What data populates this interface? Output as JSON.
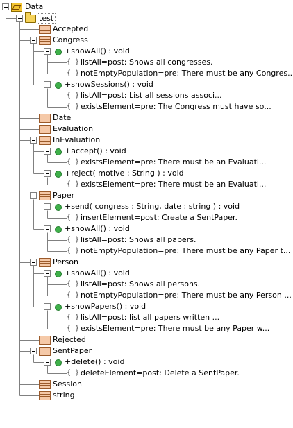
{
  "tree": [
    {
      "id": "data",
      "label": "Data",
      "icon": "root",
      "level": 0,
      "toggle": true
    },
    {
      "id": "test",
      "label": "test",
      "icon": "package",
      "level": 1,
      "toggle": true,
      "selected": true
    },
    {
      "id": "accepted",
      "label": "Accepted",
      "icon": "class",
      "level": 2
    },
    {
      "id": "congress",
      "label": "Congress",
      "icon": "class",
      "level": 2,
      "toggle": true
    },
    {
      "id": "congress-showall",
      "label": "+showAll() : void",
      "icon": "operation",
      "level": 3,
      "toggle": true
    },
    {
      "id": "congress-showall-c1",
      "label": "listAll=post: Shows all congresses.",
      "icon": "constraint",
      "level": 4
    },
    {
      "id": "congress-showall-c2",
      "label": "notEmptyPopulation=pre: There must be any Congres...",
      "icon": "constraint",
      "level": 4
    },
    {
      "id": "congress-showsessions",
      "label": "+showSessions() : void",
      "icon": "operation",
      "level": 3,
      "toggle": true
    },
    {
      "id": "congress-showsessions-c1",
      "label": "listAll=post: List all sessions associ...",
      "icon": "constraint",
      "level": 4
    },
    {
      "id": "congress-showsessions-c2",
      "label": "existsElement=pre: The Congress must have so...",
      "icon": "constraint",
      "level": 4
    },
    {
      "id": "date",
      "label": "Date",
      "icon": "class",
      "level": 2
    },
    {
      "id": "evaluation",
      "label": "Evaluation",
      "icon": "class",
      "level": 2
    },
    {
      "id": "inevaluation",
      "label": "InEvaluation",
      "icon": "class",
      "level": 2,
      "toggle": true
    },
    {
      "id": "inevaluation-accept",
      "label": "+accept() : void",
      "icon": "operation",
      "level": 3,
      "toggle": true
    },
    {
      "id": "inevaluation-accept-c1",
      "label": "existsElement=pre: There must be an Evaluati...",
      "icon": "constraint",
      "level": 4
    },
    {
      "id": "inevaluation-reject",
      "label": "+reject( motive : String ) : void",
      "icon": "operation",
      "level": 3,
      "toggle": true
    },
    {
      "id": "inevaluation-reject-c1",
      "label": "existsElement=pre: There must be an Evaluati...",
      "icon": "constraint",
      "level": 4
    },
    {
      "id": "paper",
      "label": "Paper",
      "icon": "class",
      "level": 2,
      "toggle": true
    },
    {
      "id": "paper-send",
      "label": "+send( congress : String, date : string ) : void",
      "icon": "operation",
      "level": 3,
      "toggle": true
    },
    {
      "id": "paper-send-c1",
      "label": "insertElement=post: Create a SentPaper.",
      "icon": "constraint",
      "level": 4
    },
    {
      "id": "paper-showall",
      "label": "+showAll() : void",
      "icon": "operation",
      "level": 3,
      "toggle": true
    },
    {
      "id": "paper-showall-c1",
      "label": "listAll=post: Shows all papers.",
      "icon": "constraint",
      "level": 4
    },
    {
      "id": "paper-showall-c2",
      "label": "notEmptyPopulation=pre: There must be any Paper t...",
      "icon": "constraint",
      "level": 4
    },
    {
      "id": "person",
      "label": "Person",
      "icon": "class",
      "level": 2,
      "toggle": true
    },
    {
      "id": "person-showall",
      "label": "+showAll() : void",
      "icon": "operation",
      "level": 3,
      "toggle": true
    },
    {
      "id": "person-showall-c1",
      "label": "listAll=post: Shows all persons.",
      "icon": "constraint",
      "level": 4
    },
    {
      "id": "person-showall-c2",
      "label": "notEmptyPopulation=pre: There must be any Person ...",
      "icon": "constraint",
      "level": 4
    },
    {
      "id": "person-showpapers",
      "label": "+showPapers() : void",
      "icon": "operation",
      "level": 3,
      "toggle": true
    },
    {
      "id": "person-showpapers-c1",
      "label": "listAll=post: list all papers written ...",
      "icon": "constraint",
      "level": 4
    },
    {
      "id": "person-showpapers-c2",
      "label": "existsElement=pre: There must be any Paper w...",
      "icon": "constraint",
      "level": 4
    },
    {
      "id": "rejected",
      "label": "Rejected",
      "icon": "class",
      "level": 2
    },
    {
      "id": "sentpaper",
      "label": "SentPaper",
      "icon": "class",
      "level": 2,
      "toggle": true
    },
    {
      "id": "sentpaper-delete",
      "label": "+delete() : void",
      "icon": "operation",
      "level": 3,
      "toggle": true
    },
    {
      "id": "sentpaper-delete-c1",
      "label": "deleteElement=post: Delete a SentPaper.",
      "icon": "constraint",
      "level": 4
    },
    {
      "id": "session",
      "label": "Session",
      "icon": "class",
      "level": 2
    },
    {
      "id": "string",
      "label": "string",
      "icon": "class",
      "level": 2
    }
  ],
  "constraint_glyph": "{ }",
  "colors": {
    "selection": "#ffffff",
    "line": "#808080"
  }
}
